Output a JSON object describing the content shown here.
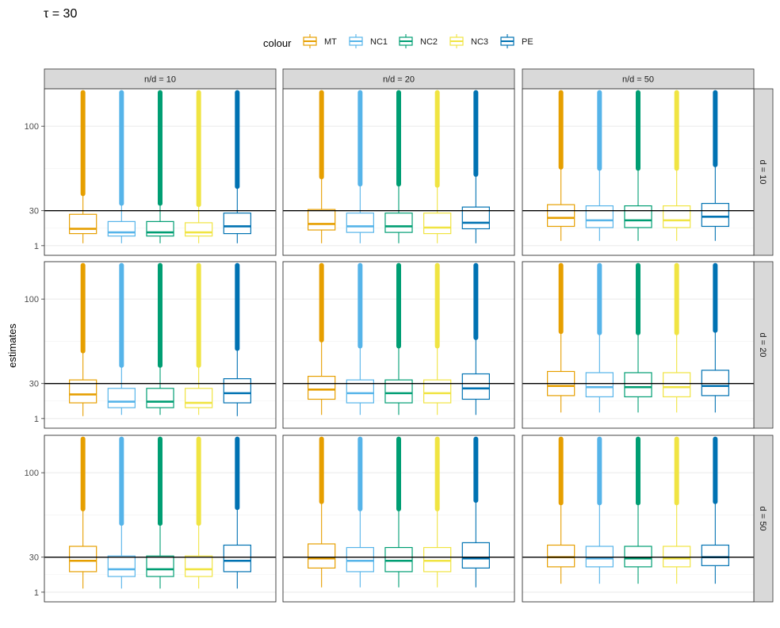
{
  "chart_data": {
    "type": "boxplot",
    "title": "τ = 30",
    "ylabel": "estimates",
    "xlabel": "",
    "y_ticks": [
      1,
      30,
      100
    ],
    "ylim": [
      -7,
      131
    ],
    "reference_line": 30,
    "legend": {
      "title": "colour",
      "position": "top",
      "entries": [
        "MT",
        "NC1",
        "NC2",
        "NC3",
        "PE"
      ]
    },
    "colors": {
      "MT": "#E69F00",
      "NC1": "#56B4E9",
      "NC2": "#009E73",
      "NC3": "#F0E442",
      "PE": "#0072B2"
    },
    "facet_cols": [
      "n/d = 10",
      "n/d = 20",
      "n/d = 50"
    ],
    "facet_rows": [
      "d = 10",
      "d = 20",
      "d = 50"
    ],
    "series": [
      "MT",
      "NC1",
      "NC2",
      "NC3",
      "PE"
    ],
    "panels": [
      {
        "row": "d = 10",
        "col": "n/d = 10",
        "boxes": [
          {
            "series": "MT",
            "whisker_low": 3,
            "q1": 11,
            "median": 15,
            "q3": 27,
            "whisker_high": 44,
            "outlier_max": 128
          },
          {
            "series": "NC1",
            "whisker_low": 3,
            "q1": 9,
            "median": 12,
            "q3": 21,
            "whisker_high": 36,
            "outlier_max": 128
          },
          {
            "series": "NC2",
            "whisker_low": 3,
            "q1": 9,
            "median": 12,
            "q3": 21,
            "whisker_high": 36,
            "outlier_max": 128
          },
          {
            "series": "NC3",
            "whisker_low": 3,
            "q1": 9,
            "median": 12,
            "q3": 20,
            "whisker_high": 35,
            "outlier_max": 128
          },
          {
            "series": "PE",
            "whisker_low": 3,
            "q1": 11,
            "median": 17,
            "q3": 28,
            "whisker_high": 50,
            "outlier_max": 128
          }
        ]
      },
      {
        "row": "d = 10",
        "col": "n/d = 20",
        "boxes": [
          {
            "series": "MT",
            "whisker_low": 3,
            "q1": 14,
            "median": 19,
            "q3": 31,
            "whisker_high": 58,
            "outlier_max": 128
          },
          {
            "series": "NC1",
            "whisker_low": 3,
            "q1": 12,
            "median": 17,
            "q3": 28,
            "whisker_high": 52,
            "outlier_max": 128
          },
          {
            "series": "NC2",
            "whisker_low": 3,
            "q1": 12,
            "median": 17,
            "q3": 28,
            "whisker_high": 52,
            "outlier_max": 128
          },
          {
            "series": "NC3",
            "whisker_low": 3,
            "q1": 11,
            "median": 16,
            "q3": 28,
            "whisker_high": 51,
            "outlier_max": 128
          },
          {
            "series": "PE",
            "whisker_low": 3,
            "q1": 15,
            "median": 20,
            "q3": 33,
            "whisker_high": 60,
            "outlier_max": 128
          }
        ]
      },
      {
        "row": "d = 10",
        "col": "n/d = 50",
        "boxes": [
          {
            "series": "MT",
            "whisker_low": 5,
            "q1": 17,
            "median": 24,
            "q3": 35,
            "whisker_high": 66,
            "outlier_max": 128
          },
          {
            "series": "NC1",
            "whisker_low": 5,
            "q1": 16,
            "median": 22,
            "q3": 34,
            "whisker_high": 65,
            "outlier_max": 128
          },
          {
            "series": "NC2",
            "whisker_low": 5,
            "q1": 16,
            "median": 22,
            "q3": 34,
            "whisker_high": 65,
            "outlier_max": 128
          },
          {
            "series": "NC3",
            "whisker_low": 5,
            "q1": 16,
            "median": 22,
            "q3": 34,
            "whisker_high": 65,
            "outlier_max": 128
          },
          {
            "series": "PE",
            "whisker_low": 5,
            "q1": 17,
            "median": 25,
            "q3": 36,
            "whisker_high": 68,
            "outlier_max": 128
          }
        ]
      },
      {
        "row": "d = 20",
        "col": "n/d = 10",
        "boxes": [
          {
            "series": "MT",
            "whisker_low": 3,
            "q1": 14,
            "median": 21,
            "q3": 33,
            "whisker_high": 57,
            "outlier_max": 128
          },
          {
            "series": "NC1",
            "whisker_low": 4,
            "q1": 10,
            "median": 15,
            "q3": 26,
            "whisker_high": 45,
            "outlier_max": 128
          },
          {
            "series": "NC2",
            "whisker_low": 4,
            "q1": 10,
            "median": 15,
            "q3": 26,
            "whisker_high": 45,
            "outlier_max": 128
          },
          {
            "series": "NC3",
            "whisker_low": 4,
            "q1": 10,
            "median": 14,
            "q3": 26,
            "whisker_high": 45,
            "outlier_max": 128
          },
          {
            "series": "PE",
            "whisker_low": 3,
            "q1": 14,
            "median": 22,
            "q3": 34,
            "whisker_high": 59,
            "outlier_max": 128
          }
        ]
      },
      {
        "row": "d = 20",
        "col": "n/d = 20",
        "boxes": [
          {
            "series": "MT",
            "whisker_low": 4,
            "q1": 17,
            "median": 25,
            "q3": 36,
            "whisker_high": 66,
            "outlier_max": 128
          },
          {
            "series": "NC1",
            "whisker_low": 4,
            "q1": 14,
            "median": 22,
            "q3": 33,
            "whisker_high": 61,
            "outlier_max": 128
          },
          {
            "series": "NC2",
            "whisker_low": 4,
            "q1": 14,
            "median": 22,
            "q3": 33,
            "whisker_high": 61,
            "outlier_max": 128
          },
          {
            "series": "NC3",
            "whisker_low": 4,
            "q1": 14,
            "median": 22,
            "q3": 33,
            "whisker_high": 61,
            "outlier_max": 128
          },
          {
            "series": "PE",
            "whisker_low": 4,
            "q1": 17,
            "median": 26,
            "q3": 38,
            "whisker_high": 68,
            "outlier_max": 128
          }
        ]
      },
      {
        "row": "d = 20",
        "col": "n/d = 50",
        "boxes": [
          {
            "series": "MT",
            "whisker_low": 6,
            "q1": 20,
            "median": 28,
            "q3": 40,
            "whisker_high": 73,
            "outlier_max": 128
          },
          {
            "series": "NC1",
            "whisker_low": 6,
            "q1": 19,
            "median": 27,
            "q3": 39,
            "whisker_high": 72,
            "outlier_max": 128
          },
          {
            "series": "NC2",
            "whisker_low": 6,
            "q1": 19,
            "median": 27,
            "q3": 39,
            "whisker_high": 72,
            "outlier_max": 128
          },
          {
            "series": "NC3",
            "whisker_low": 6,
            "q1": 19,
            "median": 27,
            "q3": 39,
            "whisker_high": 72,
            "outlier_max": 128
          },
          {
            "series": "PE",
            "whisker_low": 6,
            "q1": 20,
            "median": 28,
            "q3": 41,
            "whisker_high": 74,
            "outlier_max": 128
          }
        ]
      },
      {
        "row": "d = 50",
        "col": "n/d = 10",
        "boxes": [
          {
            "series": "MT",
            "whisker_low": 4,
            "q1": 18,
            "median": 27,
            "q3": 39,
            "whisker_high": 70,
            "outlier_max": 128
          },
          {
            "series": "NC1",
            "whisker_low": 4,
            "q1": 14,
            "median": 20,
            "q3": 31,
            "whisker_high": 58,
            "outlier_max": 128
          },
          {
            "series": "NC2",
            "whisker_low": 4,
            "q1": 14,
            "median": 20,
            "q3": 31,
            "whisker_high": 58,
            "outlier_max": 128
          },
          {
            "series": "NC3",
            "whisker_low": 4,
            "q1": 14,
            "median": 20,
            "q3": 31,
            "whisker_high": 58,
            "outlier_max": 128
          },
          {
            "series": "PE",
            "whisker_low": 4,
            "q1": 18,
            "median": 27,
            "q3": 40,
            "whisker_high": 71,
            "outlier_max": 128
          }
        ]
      },
      {
        "row": "d = 50",
        "col": "n/d = 20",
        "boxes": [
          {
            "series": "MT",
            "whisker_low": 5,
            "q1": 21,
            "median": 29,
            "q3": 41,
            "whisker_high": 76,
            "outlier_max": 128
          },
          {
            "series": "NC1",
            "whisker_low": 5,
            "q1": 18,
            "median": 27,
            "q3": 38,
            "whisker_high": 70,
            "outlier_max": 128
          },
          {
            "series": "NC2",
            "whisker_low": 5,
            "q1": 18,
            "median": 27,
            "q3": 38,
            "whisker_high": 70,
            "outlier_max": 128
          },
          {
            "series": "NC3",
            "whisker_low": 5,
            "q1": 18,
            "median": 27,
            "q3": 38,
            "whisker_high": 70,
            "outlier_max": 128
          },
          {
            "series": "PE",
            "whisker_low": 5,
            "q1": 21,
            "median": 29,
            "q3": 42,
            "whisker_high": 77,
            "outlier_max": 128
          }
        ]
      },
      {
        "row": "d = 50",
        "col": "n/d = 50",
        "boxes": [
          {
            "series": "MT",
            "whisker_low": 8,
            "q1": 22,
            "median": 30,
            "q3": 40,
            "whisker_high": 75,
            "outlier_max": 128
          },
          {
            "series": "NC1",
            "whisker_low": 8,
            "q1": 22,
            "median": 29,
            "q3": 39,
            "whisker_high": 75,
            "outlier_max": 128
          },
          {
            "series": "NC2",
            "whisker_low": 8,
            "q1": 22,
            "median": 29,
            "q3": 39,
            "whisker_high": 75,
            "outlier_max": 128
          },
          {
            "series": "NC3",
            "whisker_low": 8,
            "q1": 22,
            "median": 29,
            "q3": 39,
            "whisker_high": 75,
            "outlier_max": 128
          },
          {
            "series": "PE",
            "whisker_low": 8,
            "q1": 23,
            "median": 30,
            "q3": 40,
            "whisker_high": 76,
            "outlier_max": 128
          }
        ]
      }
    ]
  }
}
